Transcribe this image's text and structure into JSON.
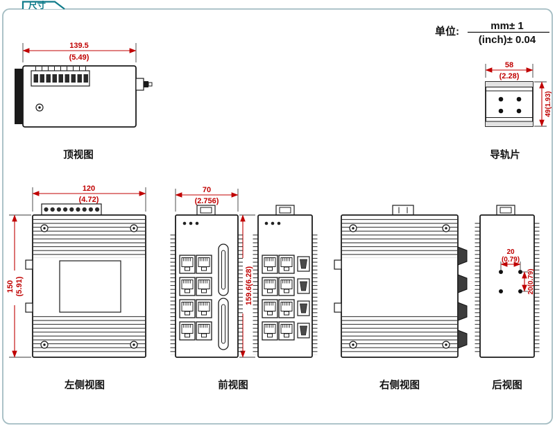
{
  "colors": {
    "accent_teal": "#0f7b8a",
    "dimension_red": "#c00000",
    "line_black": "#1a1a1a",
    "border_gray": "#a3bcc2"
  },
  "header": {
    "tab_label": "尺寸"
  },
  "unit_note": {
    "prefix": "单位:",
    "numerator": "mm± 1",
    "denominator": "(inch)± 0.04"
  },
  "views": {
    "top": {
      "label": "顶视图",
      "width_mm": "139.5",
      "width_inch": "(5.49)"
    },
    "din_rail": {
      "label": "导轨片",
      "width_mm": "58",
      "width_inch": "(2.28)",
      "height": "49(1.93)"
    },
    "left_side": {
      "label": "左侧视图",
      "width_mm": "120",
      "width_inch": "(4.72)",
      "height_mm": "150",
      "height_inch": "(5.91)"
    },
    "front": {
      "label": "前视图",
      "width_mm": "70",
      "width_inch": "(2.756)",
      "height": "159.6(6.28)"
    },
    "right_side": {
      "label": "右侧视图"
    },
    "rear": {
      "label": "后视图",
      "pitch_h_mm": "20",
      "pitch_h_inch": "(0.79)",
      "pitch_v": "20(0.79)"
    }
  }
}
